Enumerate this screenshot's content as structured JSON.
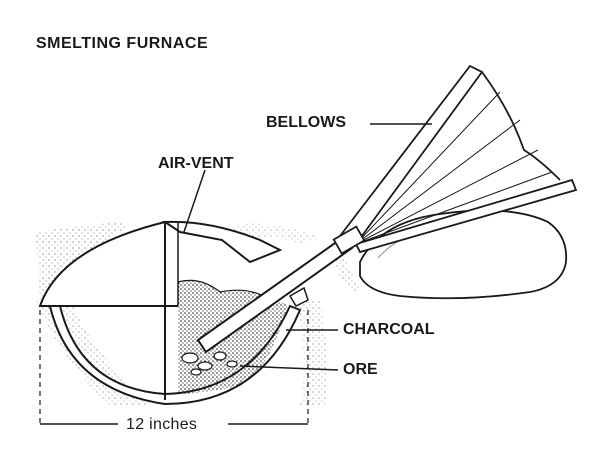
{
  "diagram": {
    "title": "SMELTING FURNACE",
    "labels": {
      "bellows": "BELLOWS",
      "air_vent": "AIR-VENT",
      "charcoal": "CHARCOAL",
      "ore": "ORE"
    },
    "dimension": "12 inches"
  },
  "colors": {
    "ink": "#1a1a1a",
    "paper": "#ffffff"
  }
}
